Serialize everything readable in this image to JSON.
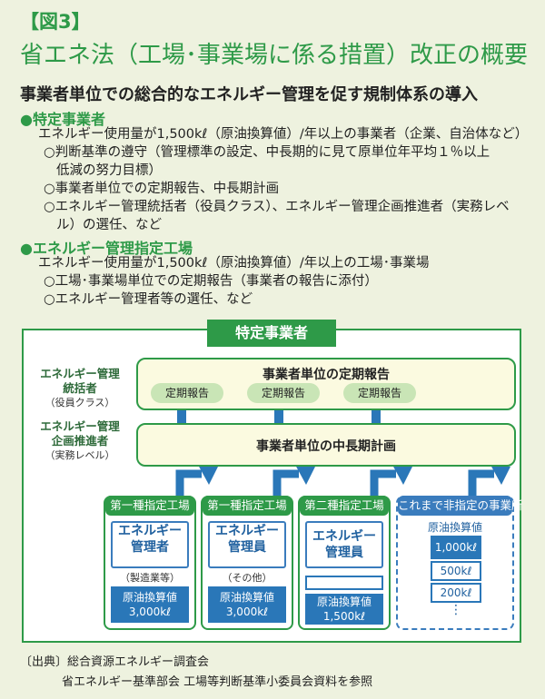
{
  "figure_label": "【図3】",
  "title": "省エネ法（工場･事業場に係る措置）改正の概要",
  "subheading": "事業者単位での総合的なエネルギー管理を促す規制体系の導入",
  "sections": [
    {
      "title": "●特定事業者",
      "criterion": "エネルギー使用量が1,500kℓ（原油換算値）/年以上の事業者（企業、自治体など）",
      "bullets": [
        "○判断基準の遵守（管理標準の設定、中長期的に見て原単位年平均１％以上",
        "低減の努力目標）",
        "○事業者単位での定期報告、中長期計画",
        "○エネルギー管理統括者（役員クラス）、エネルギー管理企画推進者（実務レベ",
        "ル）の選任、など"
      ]
    },
    {
      "title": "●エネルギー管理指定工場",
      "criterion": "エネルギー使用量が1,500kℓ（原油換算値）/年以上の工場･事業場",
      "bullets": [
        "○工場･事業場単位での定期報告（事業者の報告に添付）",
        "○エネルギー管理者等の選任、など"
      ]
    }
  ],
  "diagram": {
    "badge": "特定事業者",
    "left_roles": [
      {
        "title_1": "エネルギー管理",
        "title_2": "統括者",
        "sub": "（役員クラス）"
      },
      {
        "title_1": "エネルギー管理",
        "title_2": "企画推進者",
        "sub": "（実務レベル）"
      }
    ],
    "report_box": "事業者単位の定期報告",
    "report_pills": [
      "定期報告",
      "定期報告",
      "定期報告"
    ],
    "plan_box": "事業者単位の中長期計画",
    "columns": [
      {
        "head": "第一種指定工場",
        "role_1": "エネルギー",
        "role_2": "管理者",
        "role_sub": "（製造業等）",
        "value_1": "原油換算値",
        "value_2": "3,000kℓ"
      },
      {
        "head": "第一種指定工場",
        "role_1": "エネルギー",
        "role_2": "管理員",
        "role_sub": "（その他）",
        "value_1": "原油換算値",
        "value_2": "3,000kℓ"
      },
      {
        "head": "第二種指定工場",
        "role_1": "エネルギー",
        "role_2": "管理員",
        "role_sub": "",
        "value_1": "原油換算値",
        "value_2": "1,500kℓ"
      }
    ],
    "undesignated": {
      "head": "これまで非指定の事業所",
      "label": "原油換算値",
      "levels": [
        "1,000kℓ",
        "500kℓ",
        "200kℓ"
      ],
      "ellipsis": "⋮"
    }
  },
  "source": {
    "line_1": "〔出典〕総合資源エネルギー調査会",
    "line_2": "省エネルギー基準部会 工場等判断基準小委員会資料を参照"
  },
  "colors": {
    "green": "#2e9a48",
    "blue": "#2a77b8",
    "background": "#eef2df"
  }
}
